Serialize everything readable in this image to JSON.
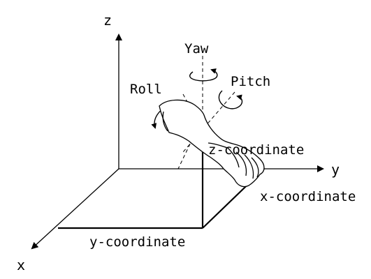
{
  "axes": {
    "z": "z",
    "y": "y",
    "x": "x"
  },
  "rotations": {
    "yaw": "Yaw",
    "roll": "Roll",
    "pitch": "Pitch"
  },
  "coordinates": {
    "z": "z-coordinate",
    "x": "x-coordinate",
    "y": "y-coordinate"
  },
  "colors": {
    "ink": "#000000",
    "background": "#ffffff"
  }
}
